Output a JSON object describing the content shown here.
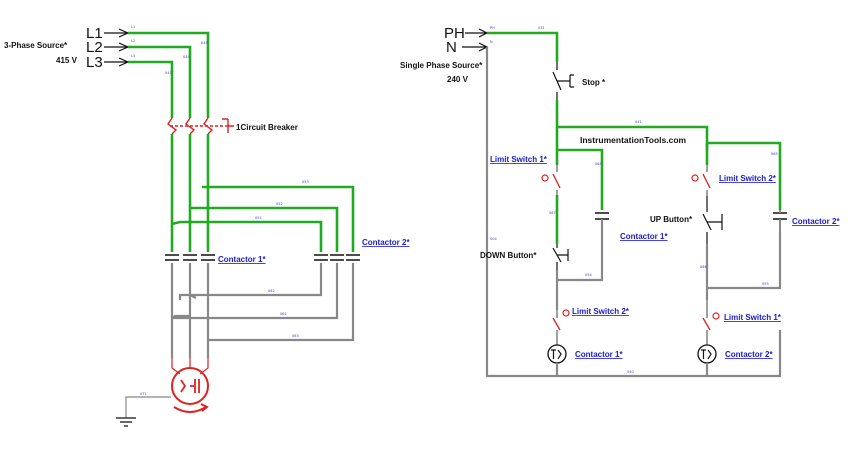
{
  "colors": {
    "live": "#22aa22",
    "idle": "#888888",
    "device": "#dd2222",
    "link": "#1a1ad6",
    "wire_tag": "#3a3acc",
    "text": "#111111"
  },
  "power": {
    "lines": [
      "L1",
      "L2",
      "L3"
    ],
    "source_label": "3-Phase Source*",
    "voltage": "415 V",
    "breaker_label": "1Circuit Breaker",
    "contactor_1_link": "Contactor 1*",
    "contactor_2_link": "Contactor 2*"
  },
  "control": {
    "ph_label": "PH",
    "n_label": "N",
    "source_label": "Single Phase Source*",
    "voltage": "240 V",
    "stop_label": "Stop *",
    "watermark": "InstrumentationTools.com",
    "limit_switch_1_left": "Limit Switch 1*",
    "limit_switch_2_right": "Limit Switch 2*",
    "up_button": "UP Button*",
    "down_button": "DOWN Button*",
    "contactor_1_left": "Contactor 1*",
    "contactor_2_right": "Contactor 2*",
    "limit_switch_2_left": "Limit Switch 2*",
    "limit_switch_1_right": "Limit Switch 1*",
    "coil_1_label": "Contactor 1*",
    "coil_2_label": "Contactor 2*"
  },
  "wire_tags": [
    "L1",
    "L2",
    "L3",
    "043",
    "044",
    "045",
    "051",
    "052",
    "053",
    "061",
    "062",
    "063",
    "071",
    "PH",
    "N",
    "031",
    "041",
    "004",
    "040",
    "054",
    "055",
    "064",
    "065",
    "066",
    "067"
  ]
}
